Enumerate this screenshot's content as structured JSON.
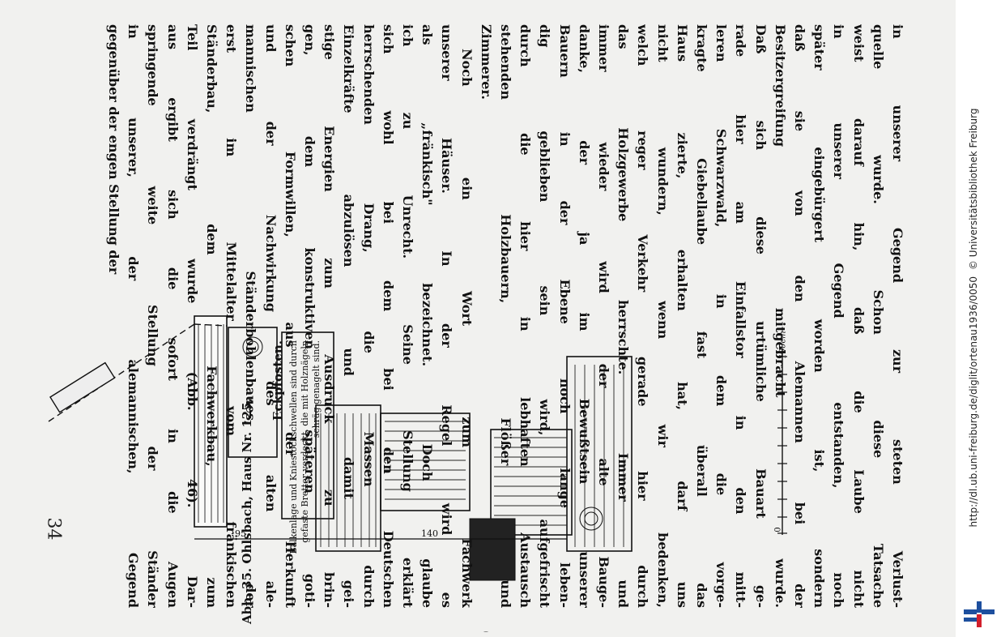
{
  "page_number": "34",
  "body_lines": [
    "in unserer Gegend zur steten Verlust-",
    "quelle wurde. Schon diese Tatsache",
    "weist darauf hin, daß die Laube nicht",
    "in unserer Gegend entstanden, noch",
    "später eingebürgert worden ist, sondern",
    "daß sie von den Alemannen bei der",
    "Besitzergreifung mitgebracht wurde.",
    "Daß sich diese urtümliche Bauart ge-",
    "rade hier am Einfallstor in den mitt-",
    "leren Schwarzwald, in dem die vorge-",
    "kragte Giebellaube fast überall das",
    "Haus zierte, erhalten hat, darf uns",
    "nicht wundern, wenn wir bedenken,",
    "welch reger Verkehr gerade hier durch",
    "das Holzgewerbe herrschte. Immer und",
    "immer wieder wird der alte Bauge-",
    "danke, der ja im Bewußtsein unserer",
    "Bauern in der Ebene noch lange leben-",
    "dig geblieben sein wird, aufgefrischt",
    "durch die hier in lebhaften Austausch",
    "stehenden Holzbauern, Flößer und",
    "Zimmerer.",
    "Noch ein Wort zum Fachwerk",
    "unserer Häuser. In der Regel wird es",
    "als „fränkisch\" bezeichnet. Doch glaube",
    "ich zu Unrecht. Seine Stellung erklärt",
    "sich wohl bei dem bei den Deutschen",
    "herrschenden Drang, die Massen durch",
    "Einzelkräfte abzulösen und damit gei-",
    "stige Energien zum Ausdruck zu brin-",
    "gen, dem konstruktiven späteren goti-",
    "schen Formwillen, aus der Herkunft",
    "und der Nachwirkung des alten ale-",
    "mannischen Ständerbohlenbaues, der",
    "erst im Mittelalter vom fränkischen",
    "Ständerbau, dem Fachwerkbau, zum",
    "Teil verdrängt wurde (Abb. 46). Dar-",
    "aus ergibt sich die sofort in die Augen",
    "springende weite Stellung der Ständer",
    "in unserer, der alemannischen, Gegend",
    "gegenüber der engen Stellung der"
  ],
  "caption": {
    "title": "Abb. 35. Ohlsbach, Haus Nr. 125,",
    "subtitle": "Eckpfosten.",
    "note_line1": "Balkenlage und Kniestockschwellen sind durch",
    "note_line2": "gefaste Bretter verdeckt, die mit Holznägeln",
    "note_line3": "schräg genagelt sind."
  },
  "figure": {
    "dim_left": "95",
    "dim_right": "140",
    "scale_start": "0",
    "scale_end": "100cm",
    "marking": "7/4/7"
  },
  "sidebar": {
    "url": "http://dl.ub.uni-freiburg.de/diglit/ortenau1936/0050",
    "copyright": "© Universitätsbibliothek Freiburg"
  },
  "colors": {
    "page": "#f1f1ef",
    "ink": "#111111",
    "logo_blue": "#1d4f9e",
    "logo_red": "#d21f2b"
  }
}
